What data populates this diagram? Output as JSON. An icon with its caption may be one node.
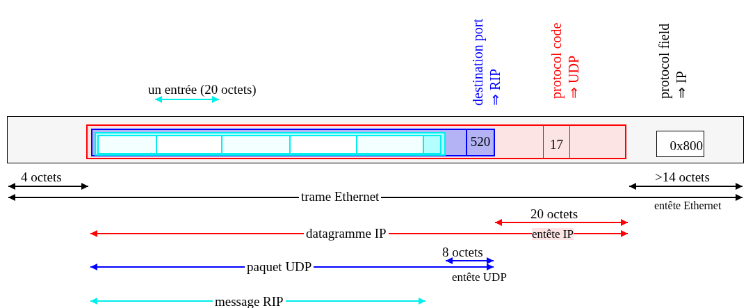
{
  "diagram": {
    "nodes": [
      {
        "text": [],
        "shape": "box"
      },
      {
        "text": [],
        "shape": "box",
        "in": 0
      },
      {
        "text": [],
        "shape": "box",
        "in": 1
      },
      {
        "text": [],
        "shape": "box",
        "in": 2
      },
      {
        "text": [],
        "shape": "box",
        "in": 3
      },
      {
        "text": [],
        "shape": "box",
        "in": 3
      },
      {
        "text": [],
        "shape": "box",
        "in": 3
      },
      {
        "text": [],
        "shape": "box",
        "in": 3
      },
      {
        "text": [],
        "shape": "box",
        "in": 3
      },
      {
        "text": [],
        "shape": "box",
        "in": 3
      },
      {
        "text": [
          "520"
        ],
        "in": 2
      },
      {
        "text": [
          "17"
        ],
        "in": 1
      },
      {
        "text": [
          "0x800"
        ],
        "in": 0
      }
    ],
    "labels": [
      "destination port ⇒ RIP",
      "protocol code ⇒ UDP",
      "protocol field ⇒ IP",
      "un entrée (20 octets)",
      "4 octets",
      "trame Ethernet",
      ">14 octets",
      "entête Ethernet",
      "20 octets",
      "datagramme IP",
      "entête IP",
      "8 octets",
      "paquet UDP",
      "entête UDP",
      "message RIP"
    ]
  }
}
